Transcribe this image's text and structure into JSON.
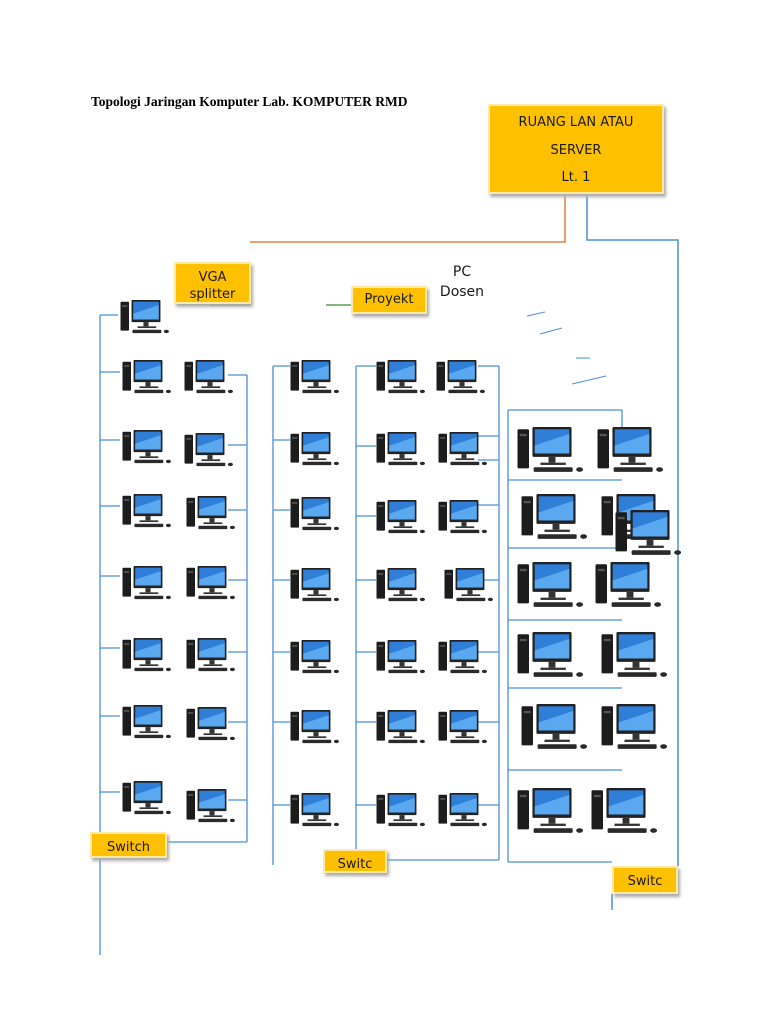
{
  "title": "Topologi Jaringan Komputer Lab. KOMPUTER RMD",
  "server": {
    "lines": [
      "RUANG LAN ATAU",
      "SERVER",
      "Lt. 1"
    ]
  },
  "vga_splitter": {
    "line1": "VGA",
    "line2": "splitter"
  },
  "proyektor": {
    "label": "Proyekt"
  },
  "pc_dosen": {
    "line1": "PC",
    "line2": "Dosen"
  },
  "switches": [
    "Switch",
    "Switc",
    "Switc"
  ],
  "colors": {
    "box_fill": "#ffc000",
    "lan_cable": "#4a90d9",
    "uplink_cable": "#e08040",
    "vga_cable": "#5aa05a"
  },
  "icons": [
    "desktop-computer-icon"
  ]
}
